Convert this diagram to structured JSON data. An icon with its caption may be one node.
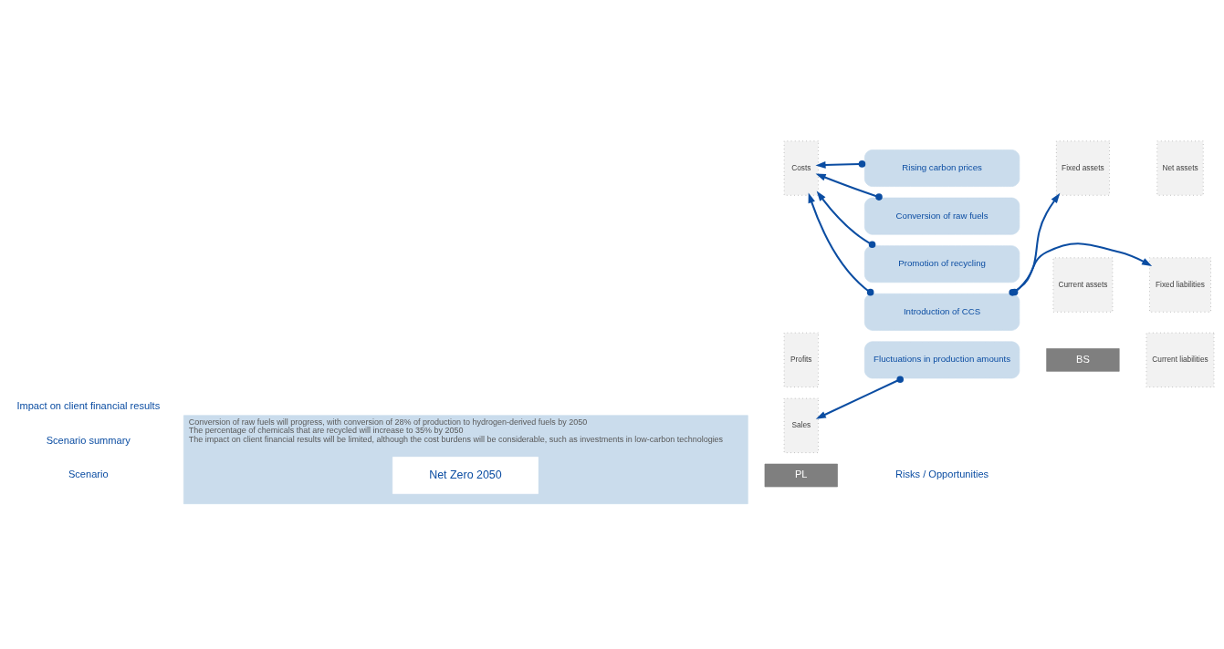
{
  "diagram": {
    "nodes": [
      {
        "text": [
          "Conversion of raw fuels will progress, with conversion of 28% of production to hydrogen-derived fuels by 2050",
          "The percentage of chemicals that are recycled will increase to 35% by 2050",
          "The impact on client financial results will be limited, although the cost burdens will be considerable, such as investments in low-carbon technologies"
        ]
      },
      {
        "text": [
          "Net Zero 2050"
        ],
        "in": 0
      },
      {
        "text": [
          "PL"
        ]
      },
      {
        "text": [
          "BS"
        ]
      },
      {
        "text": [
          "Sales"
        ]
      },
      {
        "text": [
          "Profits"
        ]
      },
      {
        "text": [
          "Costs"
        ]
      },
      {
        "text": [
          "Current assets"
        ]
      },
      {
        "text": [
          "Fixed assets"
        ]
      },
      {
        "text": [
          "Current liabilities"
        ]
      },
      {
        "text": [
          "Fixed liabilities"
        ]
      },
      {
        "text": [
          "Net assets"
        ]
      },
      {
        "text": [
          "Fluctuations in production amounts"
        ]
      },
      {
        "text": [
          "Conversion of raw fuels"
        ]
      },
      {
        "text": [
          "Rising carbon prices"
        ]
      },
      {
        "text": [
          "Promotion of recycling"
        ]
      },
      {
        "text": [
          "Introduction of CCS"
        ]
      }
    ],
    "edges": [
      {
        "from": 12,
        "to": 4,
        "arrow": "to"
      },
      {
        "from": 13,
        "to": 6,
        "arrow": "to"
      },
      {
        "from": 14,
        "to": 6,
        "arrow": "to"
      },
      {
        "from": 15,
        "to": 6,
        "arrow": "to"
      },
      {
        "from": 16,
        "to": 6,
        "arrow": "to"
      },
      {
        "from": 16,
        "to": 10,
        "arrow": "to"
      },
      {
        "from": 16,
        "to": 8,
        "arrow": "to"
      }
    ],
    "labels": [
      "Scenario",
      "Scenario summary",
      "Impact on client financial results",
      "Risks / Opportunities"
    ]
  }
}
